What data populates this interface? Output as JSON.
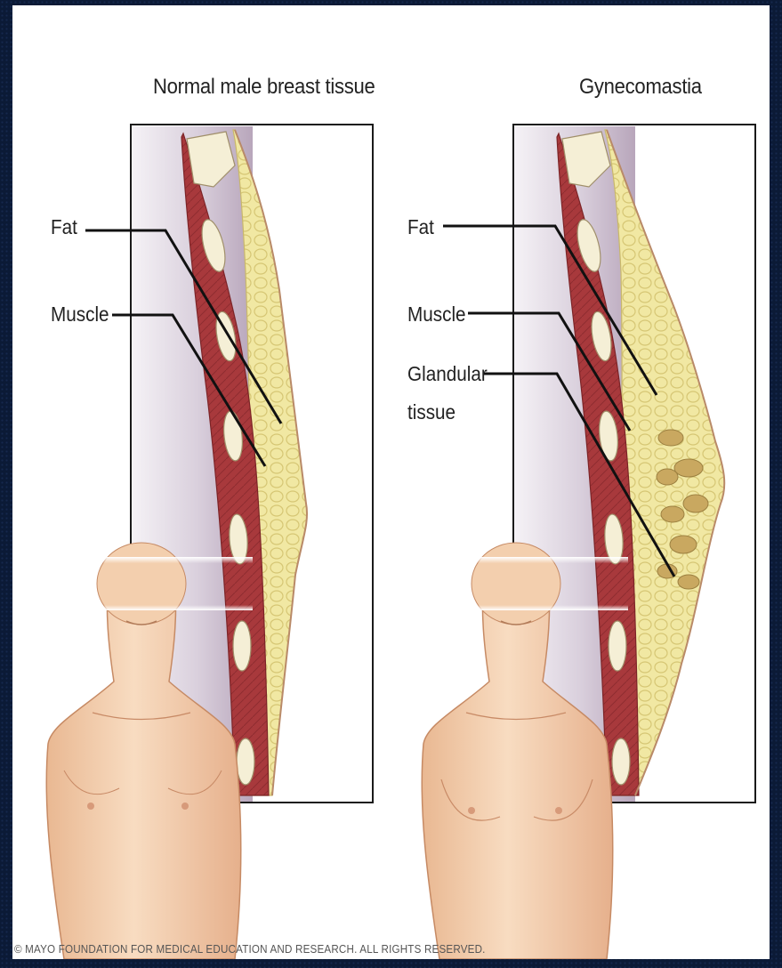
{
  "panels": {
    "left": {
      "title": "Normal male breast tissue",
      "labels": {
        "fat": "Fat",
        "muscle": "Muscle"
      }
    },
    "right": {
      "title": "Gynecomastia",
      "labels": {
        "fat": "Fat",
        "muscle": "Muscle",
        "glandular_line1": "Glandular",
        "glandular_line2": "tissue"
      }
    }
  },
  "credit": "© MAYO FOUNDATION FOR MEDICAL EDUCATION AND RESEARCH. ALL RIGHTS RESERVED.",
  "colors": {
    "background": "#0b1a36",
    "muscle": "#a8393c",
    "fat": "#efe59a",
    "bone": "#f3ecd2",
    "skin": "#f2c9a6",
    "gland": "#c9a860"
  }
}
